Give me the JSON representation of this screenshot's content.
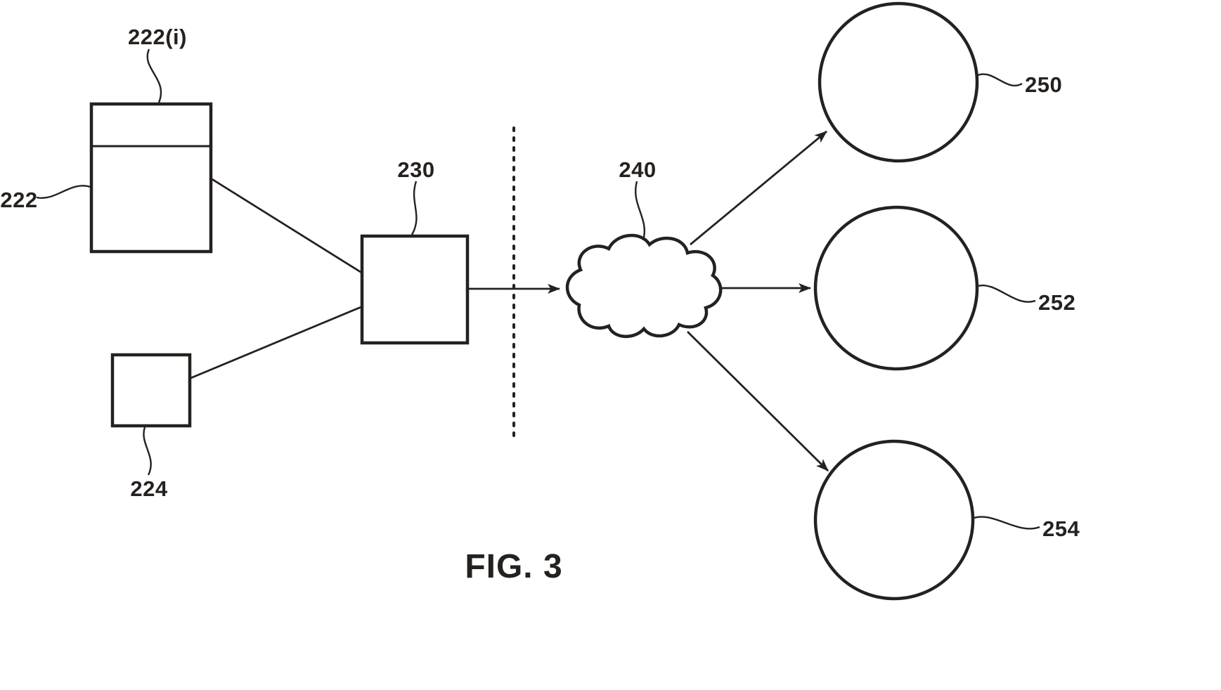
{
  "figure": {
    "caption": "FIG. 3"
  },
  "labels": {
    "record_item": "222(i)",
    "record_box": "222",
    "small_box": "224",
    "gateway_box": "230",
    "network_cloud": "240",
    "target_top": "250",
    "target_middle": "252",
    "target_bottom": "254"
  },
  "edges": [
    {
      "from": "222",
      "to": "230",
      "style": "plain-line"
    },
    {
      "from": "224",
      "to": "230",
      "style": "plain-line"
    },
    {
      "from": "230",
      "to": "240",
      "style": "arrow"
    },
    {
      "from": "240",
      "to": "250",
      "style": "arrow"
    },
    {
      "from": "240",
      "to": "252",
      "style": "arrow"
    },
    {
      "from": "240",
      "to": "254",
      "style": "arrow"
    }
  ],
  "colors": {
    "ink": "#25211f",
    "background": "#ffffff"
  }
}
